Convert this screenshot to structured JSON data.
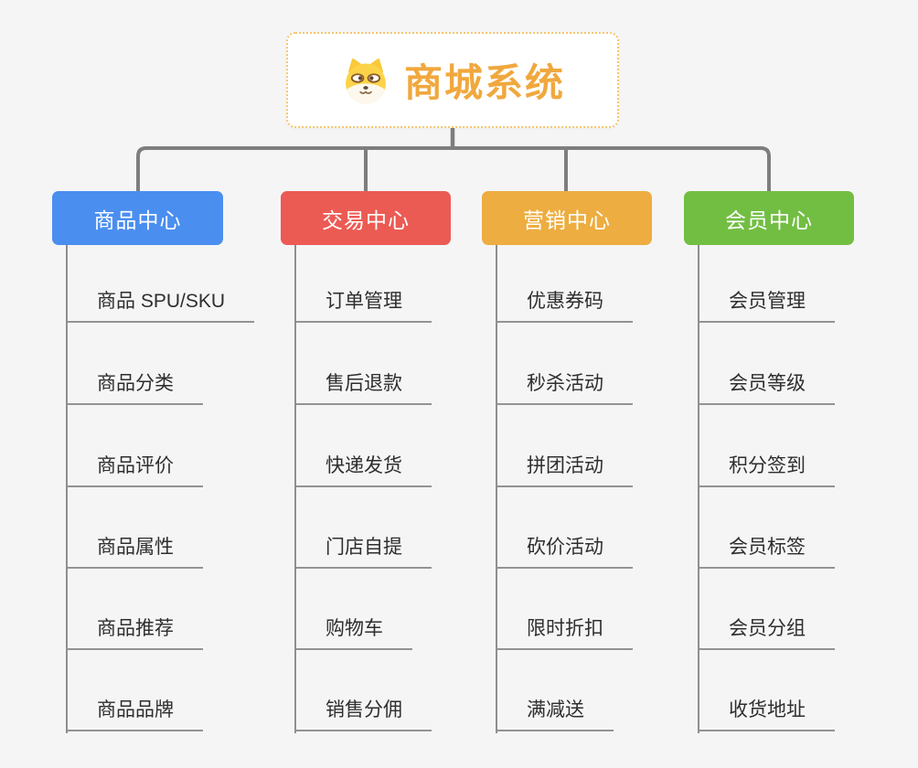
{
  "root": {
    "title": "商城系统",
    "icon": "dog-face-icon",
    "text_color": "#F0A83E",
    "border_color": "#F5C56E"
  },
  "palette": {
    "background": "#F5F5F6",
    "connector_gray": "#7E7E7E",
    "leaf_line_gray": "#939393",
    "leaf_text": "#2E2E2E"
  },
  "branches": [
    {
      "label": "商品中心",
      "color": "#4A8EF0",
      "items": [
        "商品 SPU/SKU",
        "商品分类",
        "商品评价",
        "商品属性",
        "商品推荐",
        "商品品牌"
      ]
    },
    {
      "label": "交易中心",
      "color": "#EB5B54",
      "items": [
        "订单管理",
        "售后退款",
        "快递发货",
        "门店自提",
        "购物车",
        "销售分佣"
      ]
    },
    {
      "label": "营销中心",
      "color": "#EDAD40",
      "items": [
        "优惠券码",
        "秒杀活动",
        "拼团活动",
        "砍价活动",
        "限时折扣",
        "满减送"
      ]
    },
    {
      "label": "会员中心",
      "color": "#72BE43",
      "items": [
        "会员管理",
        "会员等级",
        "积分签到",
        "会员标签",
        "会员分组",
        "收货地址"
      ]
    }
  ]
}
